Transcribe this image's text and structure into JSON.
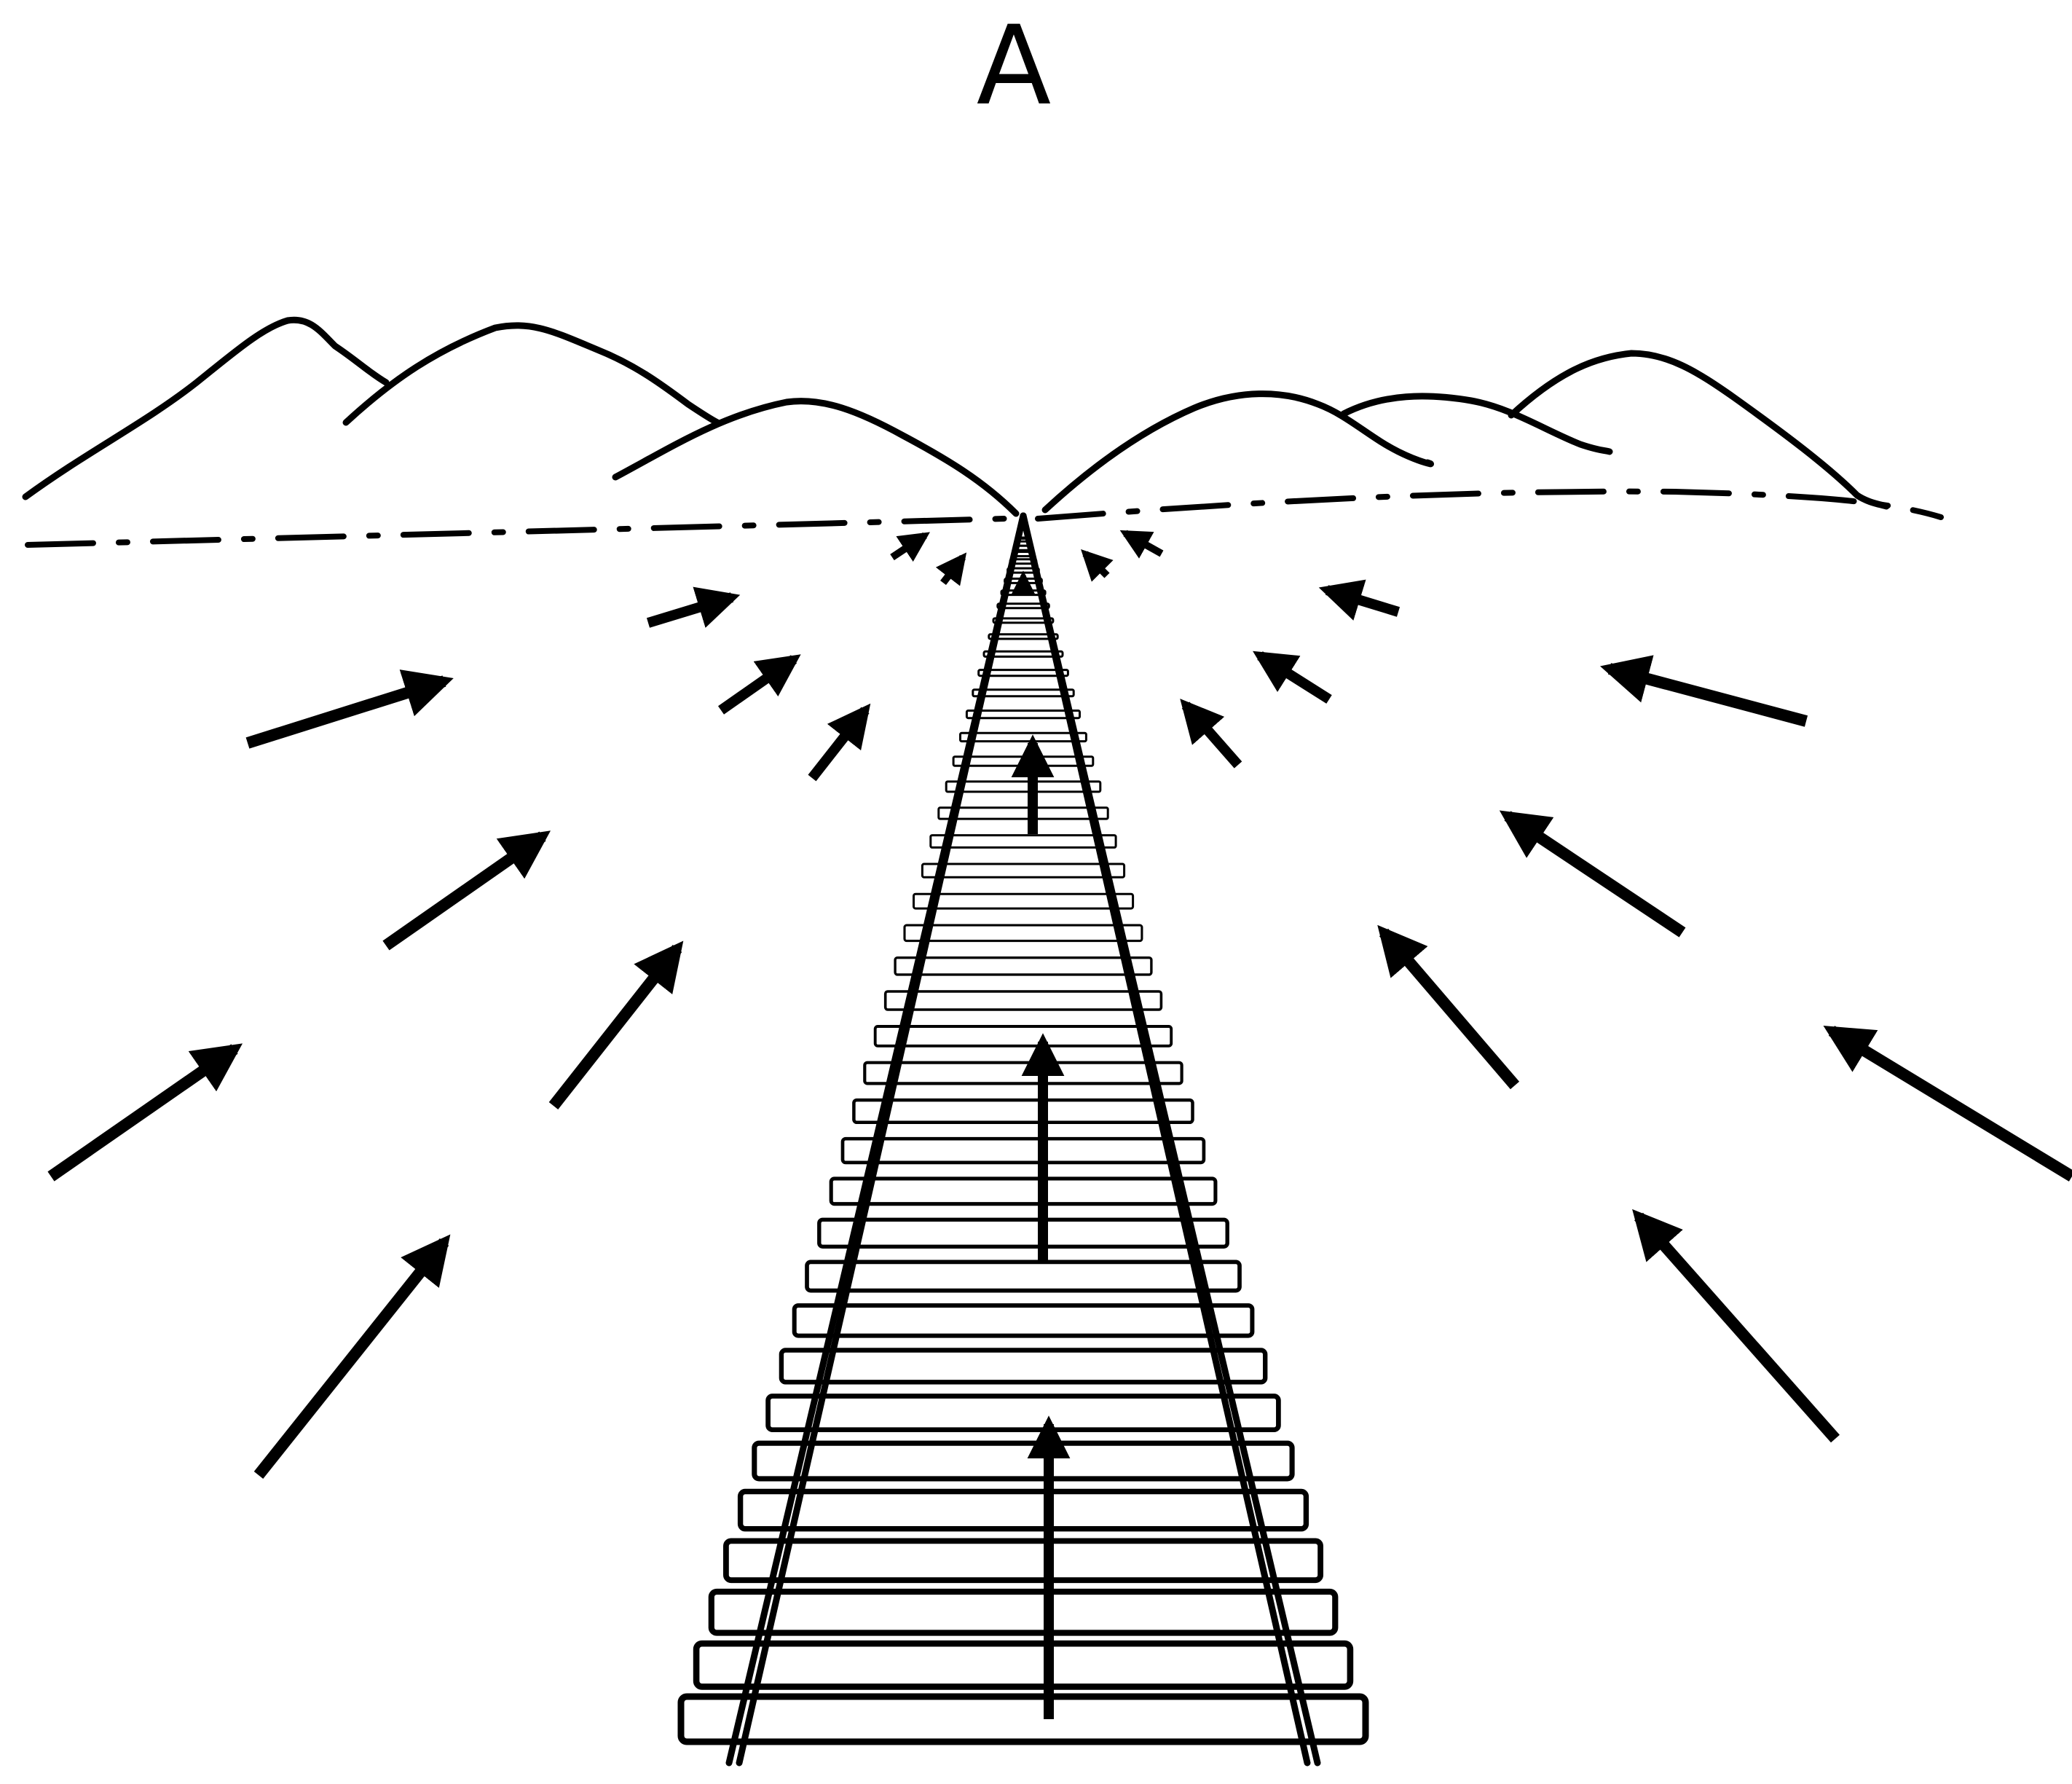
{
  "panel_label": "A",
  "colors": {
    "ink": "#000000",
    "background": "#ffffff"
  },
  "scene": {
    "subject": "railway-track",
    "elements": [
      "mountain-range",
      "horizon-line",
      "railway-track",
      "flow-arrows"
    ]
  }
}
